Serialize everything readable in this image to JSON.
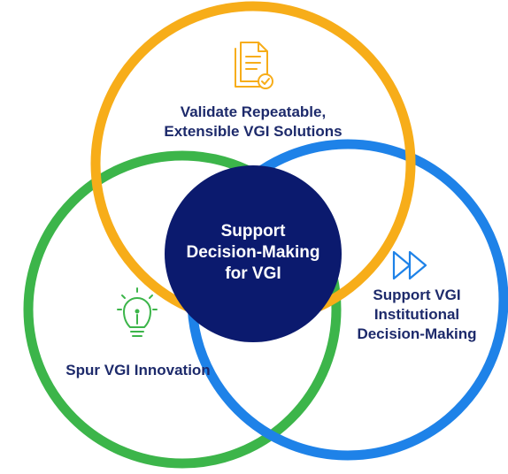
{
  "diagram": {
    "colors": {
      "top_ring": "#f7ad19",
      "left_ring": "#3cb54a",
      "right_ring": "#1e82e8",
      "center_fill": "#0b1a6e",
      "text": "#1d2a6b",
      "center_text": "#ffffff"
    },
    "top_circle": {
      "icon": "document-check-icon",
      "label_line1": "Validate Repeatable,",
      "label_line2": "Extensible VGI Solutions"
    },
    "left_circle": {
      "icon": "lightbulb-icon",
      "label": "Spur VGI Innovation"
    },
    "right_circle": {
      "icon": "fast-forward-icon",
      "label_line1": "Support VGI",
      "label_line2": "Institutional",
      "label_line3": "Decision-Making"
    },
    "center": {
      "label_line1": "Support",
      "label_line2": "Decision-Making",
      "label_line3": "for VGI"
    }
  }
}
